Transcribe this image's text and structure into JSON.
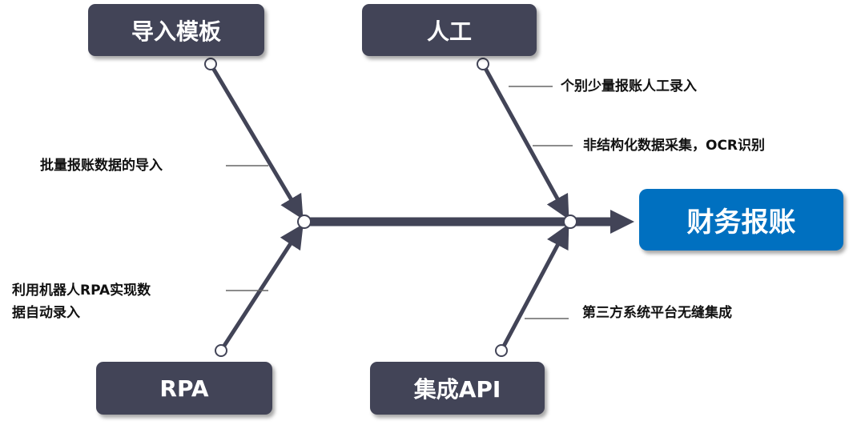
{
  "target": {
    "label": "财务报账",
    "color": "#0070c0"
  },
  "categories": [
    {
      "label": "导入模板"
    },
    {
      "label": "人工"
    },
    {
      "label": "RPA"
    },
    {
      "label": "集成API"
    }
  ],
  "causes": {
    "template_batch": "批量报账数据的导入",
    "manual_small": "个别少量报账人工录入",
    "manual_ocr": "非结构化数据采集，OCR识别",
    "rpa_line1": "利用机器人RPA实现数",
    "rpa_line2": "据自动录入",
    "api_integration": "第三方系统平台无缝集成"
  },
  "colors": {
    "bone": "#424457",
    "box": "#424457"
  }
}
